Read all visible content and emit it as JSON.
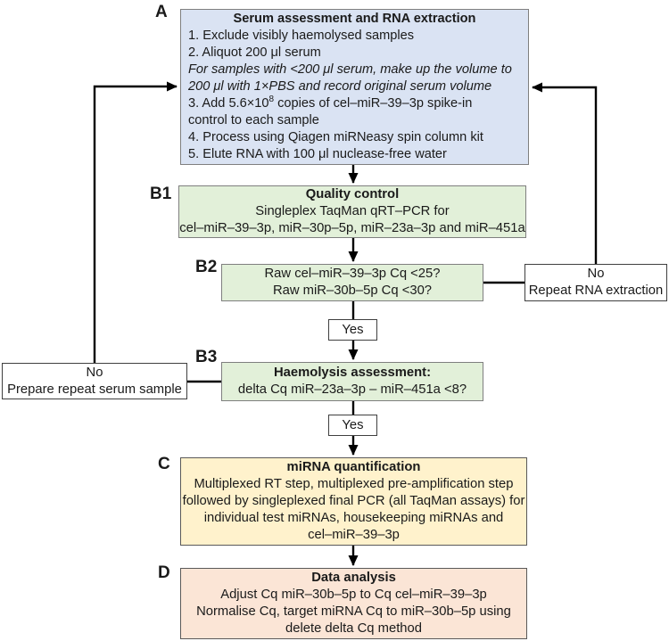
{
  "labels": {
    "a": "A",
    "b1": "B1",
    "b2": "B2",
    "b3": "B3",
    "c": "C",
    "d": "D"
  },
  "box_a": {
    "title": "Serum assessment and RNA extraction",
    "line_1": "1. Exclude visibly haemolysed samples",
    "line_2": "2. Aliquot 200 μl serum",
    "note_line_1": "For samples with <200 μl serum, make up the volume to",
    "note_line_2": "200 μl with 1×PBS and record original serum volume",
    "line_3_pre": "3. Add 5.6×10",
    "line_3_sup": "8",
    "line_3_post": " copies of cel–miR–39–3p spike-in",
    "line_3_cont": "control to each sample",
    "line_4": "4. Process using Qiagen miRNeasy spin column kit",
    "line_5": "5. Elute RNA with 100 μl nuclease-free water"
  },
  "box_b1": {
    "title": "Quality control",
    "line_1": "Singleplex TaqMan qRT–PCR for",
    "line_2": "cel–miR–39–3p, miR–30p–5p, miR–23a–3p and miR–451a"
  },
  "box_b2": {
    "line_1": "Raw cel–miR–39–3p Cq <25?",
    "line_2": "Raw miR–30b–5p Cq <30?"
  },
  "no_right": {
    "line_1": "No",
    "line_2": "Repeat RNA extraction"
  },
  "yes_1": "Yes",
  "box_b3": {
    "title": "Haemolysis assessment:",
    "line_1": "delta Cq miR–23a–3p – miR–451a <8?"
  },
  "no_left": {
    "line_1": "No",
    "line_2": "Prepare repeat serum sample"
  },
  "yes_2": "Yes",
  "box_c": {
    "title": "miRNA quantification",
    "lines": [
      "Multiplexed RT step, multiplexed pre-amplification step",
      "followed by singleplexed final PCR (all TaqMan assays) for",
      "individual test miRNAs, housekeeping miRNAs and",
      "cel–miR–39–3p"
    ]
  },
  "box_d": {
    "title": "Data analysis",
    "lines": [
      "Adjust Cq miR–30b–5p to Cq cel–miR–39–3p",
      "Normalise Cq, target miRNA Cq to miR–30b–5p using",
      "delete delta Cq method"
    ]
  },
  "colors": {
    "serum_box_fill": "#dae3f3",
    "qc_box_fill": "#e2f0d9",
    "quantification_box_fill": "#fff2cc",
    "analysis_box_fill": "#fbe5d6",
    "decision_box_fill": "#ffffff",
    "gray_border": "#7f7f7f",
    "dark_border": "#595959",
    "connector_line": "#000000"
  }
}
